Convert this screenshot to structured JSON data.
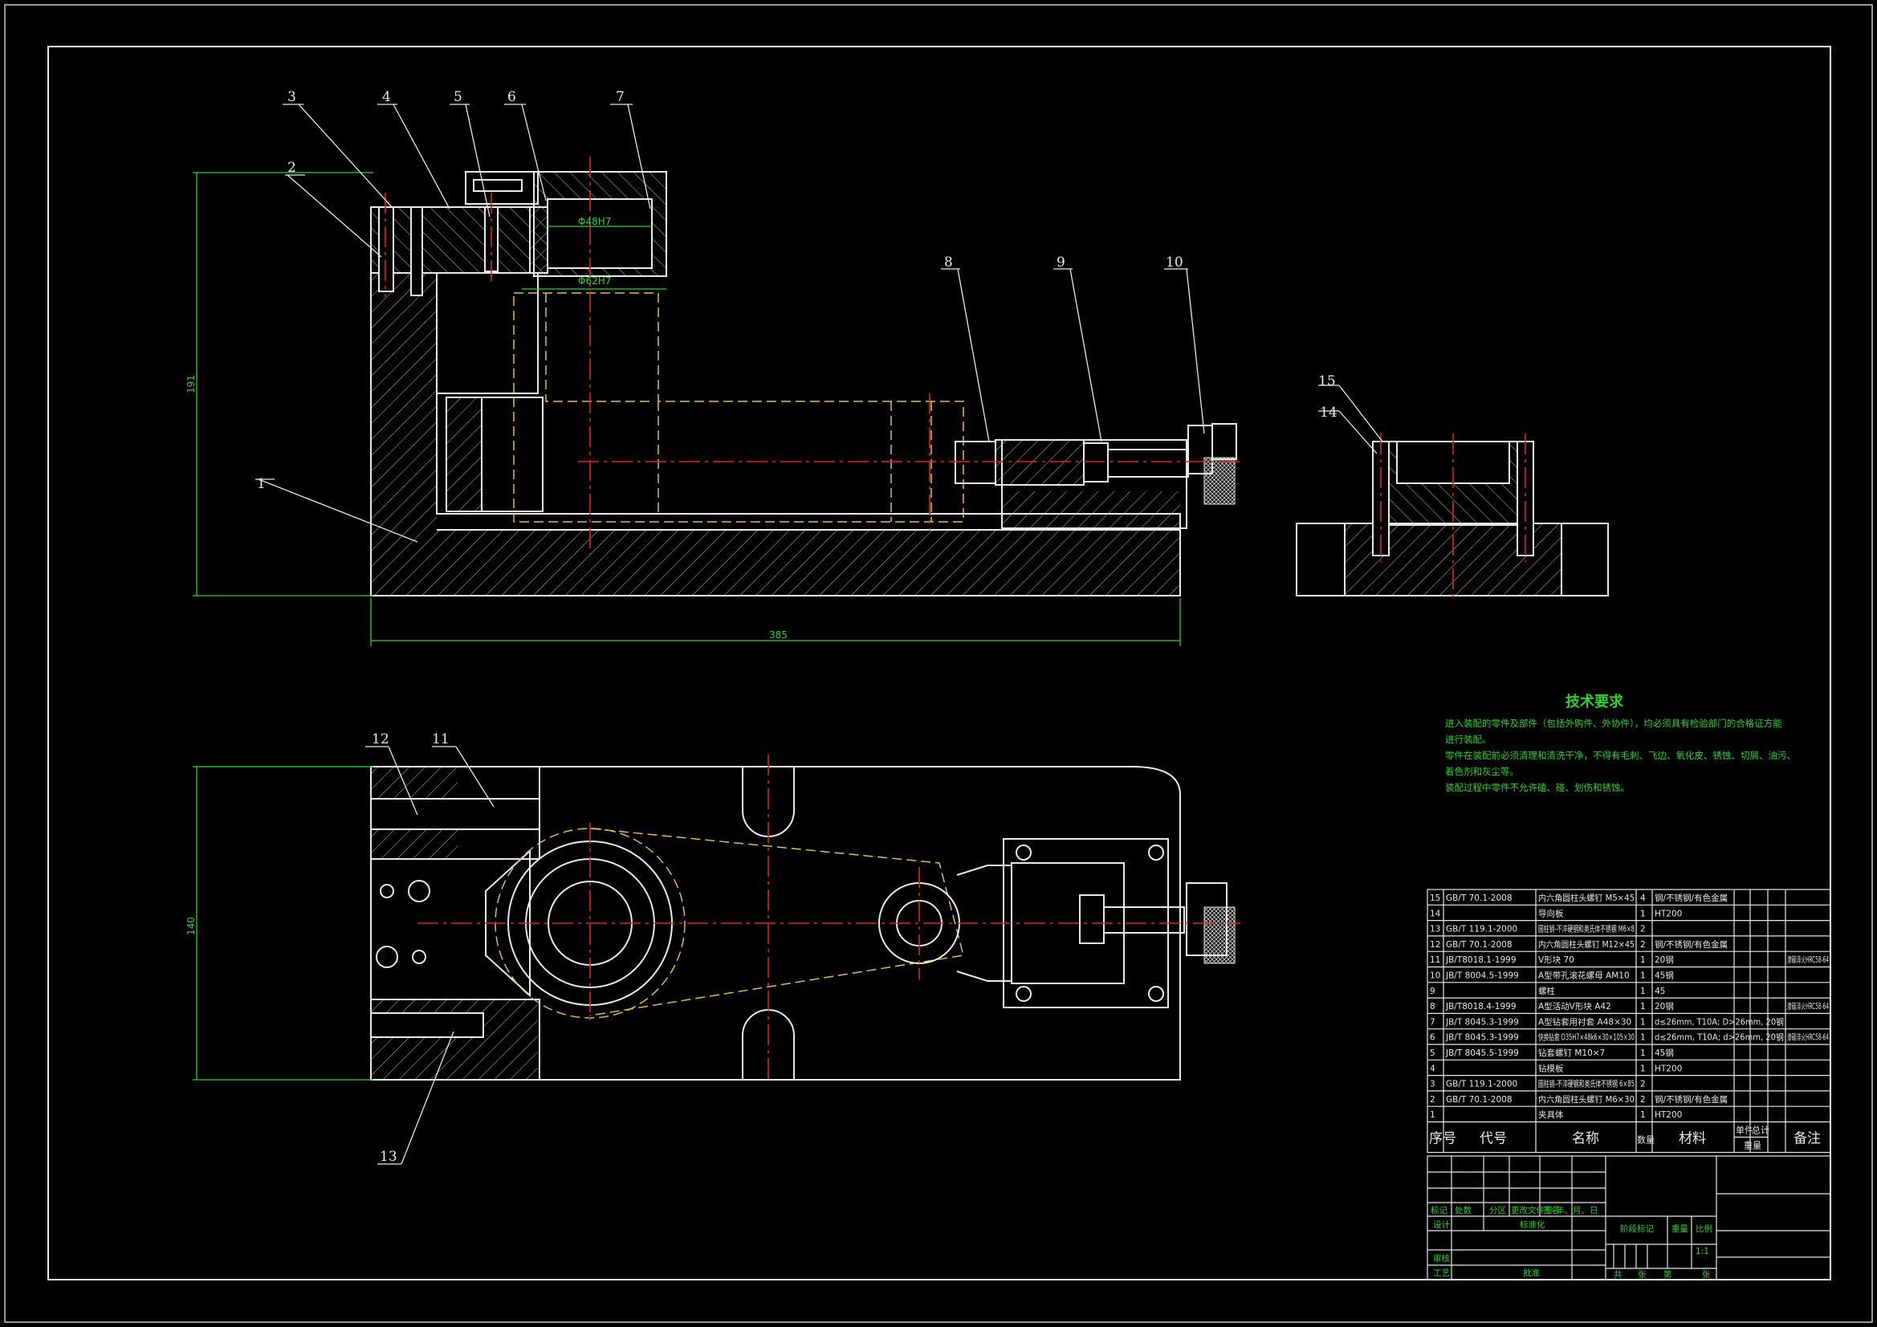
{
  "balloons": [
    "1",
    "2",
    "3",
    "4",
    "5",
    "6",
    "7",
    "8",
    "9",
    "10",
    "11",
    "12",
    "13",
    "14",
    "15"
  ],
  "dimensions": {
    "front_height": "191",
    "front_length": "385",
    "top_height": "140",
    "bore_top": "Φ48H7",
    "bore_bottom": "Φ62H7"
  },
  "technical_requirements": {
    "title": "技术要求",
    "lines": [
      "进入装配的零件及部件（包括外购件、外协件），均必须具有检验部门的合格证方能",
      "进行装配。",
      "零件在装配前必须清理和清洗干净，不得有毛刺、飞边、氧化皮、锈蚀、切屑、油污、",
      "着色剂和灰尘等。",
      "装配过程中零件不允许磕、碰、划伤和锈蚀。"
    ]
  },
  "bom": {
    "rows": [
      {
        "no": "15",
        "code": "GB/T 70.1-2008",
        "name": "内六角圆柱头螺钉 M5×45",
        "qty": "4",
        "material": "钢/不锈钢/有色金属",
        "note": ""
      },
      {
        "no": "14",
        "code": "",
        "name": "导向板",
        "qty": "1",
        "material": "HT200",
        "note": ""
      },
      {
        "no": "13",
        "code": "GB/T 119.1-2000",
        "name": "圆柱销-不淬硬钢和奥氏体不锈钢 M6×8",
        "qty": "2",
        "material": "",
        "note": ""
      },
      {
        "no": "12",
        "code": "GB/T 70.1-2008",
        "name": "内六角圆柱头螺钉 M12×45",
        "qty": "2",
        "material": "钢/不锈钢/有色金属",
        "note": ""
      },
      {
        "no": "11",
        "code": "JB/T8018.1-1999",
        "name": "V形块 70",
        "qty": "1",
        "material": "20钢",
        "note": "渗碳淬火HRC58-64"
      },
      {
        "no": "10",
        "code": "JB/T 8004.5-1999",
        "name": "A型带孔滚花螺母 AM10",
        "qty": "1",
        "material": "45钢",
        "note": ""
      },
      {
        "no": "9",
        "code": "",
        "name": "螺柱",
        "qty": "1",
        "material": "45",
        "note": ""
      },
      {
        "no": "8",
        "code": "JB/T8018.4-1999",
        "name": "A型活动V形块 A42",
        "qty": "1",
        "material": "20钢",
        "note": "渗碳淬火HRC58-64"
      },
      {
        "no": "7",
        "code": "JB/T 8045.3-1999",
        "name": "A型钻套用衬套 A48×30",
        "qty": "1",
        "material": "d≤26mm, T10A; D>26mm, 20钢",
        "note": ""
      },
      {
        "no": "6",
        "code": "JB/T 8045.3-1999",
        "name": "快换钻套 D35H7×48k6×30×105×30",
        "qty": "1",
        "material": "d≤26mm, T10A; d>26mm, 20钢",
        "note": "渗碳淬火HRC58-64"
      },
      {
        "no": "5",
        "code": "JB/T 8045.5-1999",
        "name": "钻套螺钉 M10×7",
        "qty": "1",
        "material": "45钢",
        "note": ""
      },
      {
        "no": "4",
        "code": "",
        "name": "钻模板",
        "qty": "1",
        "material": "HT200",
        "note": ""
      },
      {
        "no": "3",
        "code": "GB/T 119.1-2000",
        "name": "圆柱销-不淬硬钢和奥氏体不锈钢 6×85",
        "qty": "2",
        "material": "",
        "note": ""
      },
      {
        "no": "2",
        "code": "GB/T 70.1-2008",
        "name": "内六角圆柱头螺钉 M6×30",
        "qty": "2",
        "material": "钢/不锈钢/有色金属",
        "note": ""
      },
      {
        "no": "1",
        "code": "",
        "name": "夹具体",
        "qty": "1",
        "material": "HT200",
        "note": ""
      }
    ],
    "header": {
      "no": "序号",
      "code": "代号",
      "name": "名称",
      "qty": "数量",
      "material": "材料",
      "unit_mass": "单件",
      "total_mass": "总计",
      "mass": "重量",
      "note": "备注"
    }
  },
  "title_block": {
    "marks": "标记",
    "count": "处数",
    "zone": "分区",
    "change_doc": "更改文件号",
    "sign": "签名",
    "date": "年、月、日",
    "design": "设计",
    "standardize": "标准化",
    "stage_mark": "阶段标记",
    "weight": "重量",
    "scale": "比例",
    "scale_value": "1:1",
    "review": "审核",
    "process": "工艺",
    "approve": "批准",
    "total": "共",
    "sheets": "张",
    "page": "第",
    "sheet": "张"
  }
}
